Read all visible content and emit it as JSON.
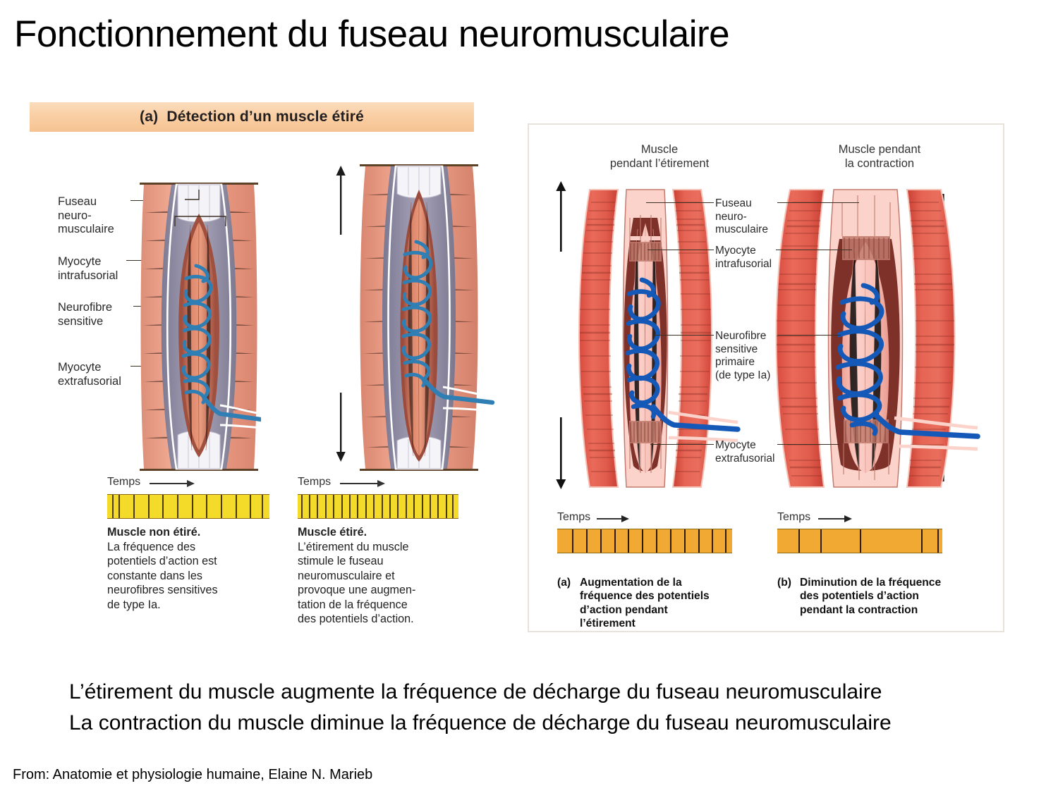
{
  "slide": {
    "title": "Fonctionnement du fuseau neuromusculaire",
    "source": "From: Anatomie et physiologie humaine, Elaine N. Marieb",
    "conclusions": [
      "L’étirement du muscle augmente la fréquence de décharge du fuseau neuromusculaire",
      "La contraction du muscle diminue la fréquence de décharge du fuseau neuromusculaire"
    ]
  },
  "left_panel": {
    "banner": {
      "prefix": "(a)",
      "text": "Détection d’un muscle étiré",
      "bg_color": "#f8cfa2"
    },
    "labels": [
      {
        "id": "fuseau",
        "text": "Fuseau\nneuro-\nmusculaire"
      },
      {
        "id": "myocyte-intra",
        "text": "Myocyte\nintrafusorial"
      },
      {
        "id": "neurofibre",
        "text": "Neurofibre\nsensitive"
      },
      {
        "id": "myocyte-extra",
        "text": "Myocyte\nextrafusorial"
      }
    ],
    "figures": [
      {
        "id": "muscle-relaxed",
        "time_label": "Temps",
        "caption_title": "Muscle non étiré.",
        "caption_body": "La fréquence des\npotentiels d’action est\nconstante dans les\nneurofibres sensitives\nde type Ia."
      },
      {
        "id": "muscle-stretched",
        "time_label": "Temps",
        "caption_title": "Muscle étiré.",
        "caption_body": "L’étirement du muscle\nstimule le fuseau\nneuromusculaire et\nprovoque une augmen-\ntation de la fréquence\ndes potentiels d’action."
      }
    ]
  },
  "right_panel": {
    "headings": [
      {
        "id": "heading-stretch",
        "text": "Muscle\npendant l’étirement"
      },
      {
        "id": "heading-contract",
        "text": "Muscle pendant\nla contraction"
      }
    ],
    "labels": [
      {
        "id": "fuseau",
        "text": "Fuseau\nneuro-\nmusculaire"
      },
      {
        "id": "myocyte-intra",
        "text": "Myocyte\nintrafusorial"
      },
      {
        "id": "neurofibre",
        "text": "Neurofibre\nsensitive\nprimaire\n(de type Ia)"
      },
      {
        "id": "myocyte-extra",
        "text": "Myocyte\nextrafusorial"
      }
    ],
    "traces": [
      {
        "id": "trace-a",
        "time_label": "Temps",
        "caption_prefix": "(a)",
        "caption_text": "Augmentation de la\nfréquence des potentiels\nd’action pendant\nl’étirement"
      },
      {
        "id": "trace-b",
        "time_label": "Temps",
        "caption_prefix": "(b)",
        "caption_text": "Diminution de la fréquence\ndes potentiels d’action\npendant la contraction"
      }
    ]
  },
  "chart_data": [
    {
      "type": "bar",
      "id": "spike-train-non-etire",
      "title": "Muscle non étiré",
      "xlabel": "Temps",
      "color": "#f4db2a",
      "spike_color": "#4a3a12",
      "spike_count": 11,
      "spacing": "regular",
      "spike_positions": [
        3,
        7,
        16,
        25,
        34,
        43,
        52,
        61,
        70,
        79,
        88,
        95
      ]
    },
    {
      "type": "bar",
      "id": "spike-train-etire",
      "title": "Muscle étiré",
      "xlabel": "Temps",
      "color": "#f4db2a",
      "spike_color": "#4a3a12",
      "spike_count": 20,
      "spacing": "dense-regular",
      "spike_positions": [
        2,
        7,
        12,
        17,
        22,
        27,
        32,
        37,
        42,
        47,
        52,
        57,
        62,
        67,
        72,
        77,
        82,
        87,
        92,
        96
      ]
    },
    {
      "type": "bar",
      "id": "spike-train-augmentation",
      "title": "Augmentation de la fréquence",
      "xlabel": "Temps",
      "color": "#f2a933",
      "spike_color": "#2b1d08",
      "spike_count": 12,
      "spacing": "regular",
      "spike_positions": [
        8.5,
        16.5,
        24.5,
        32.5,
        40.5,
        48.5,
        56.5,
        64.5,
        72.5,
        80.5,
        88.5,
        96
      ]
    },
    {
      "type": "bar",
      "id": "spike-train-diminution",
      "title": "Diminution de la fréquence",
      "xlabel": "Temps",
      "color": "#f2a933",
      "spike_color": "#2b1d08",
      "spike_count": 5,
      "spacing": "sparse-irregular",
      "spike_positions": [
        13,
        26,
        50,
        87,
        97
      ]
    }
  ],
  "colors": {
    "banner": "#f8cfa2",
    "muscle_light": "#ee9f86",
    "muscle_red": "#e2534a",
    "spindle_dark": "#8a3a33",
    "nerve_blue": "#1f6fc4",
    "nerve_blue_left": "#2a7fb8",
    "capsule": "#8d8aa3",
    "panel_border": "#e7e3d8"
  }
}
